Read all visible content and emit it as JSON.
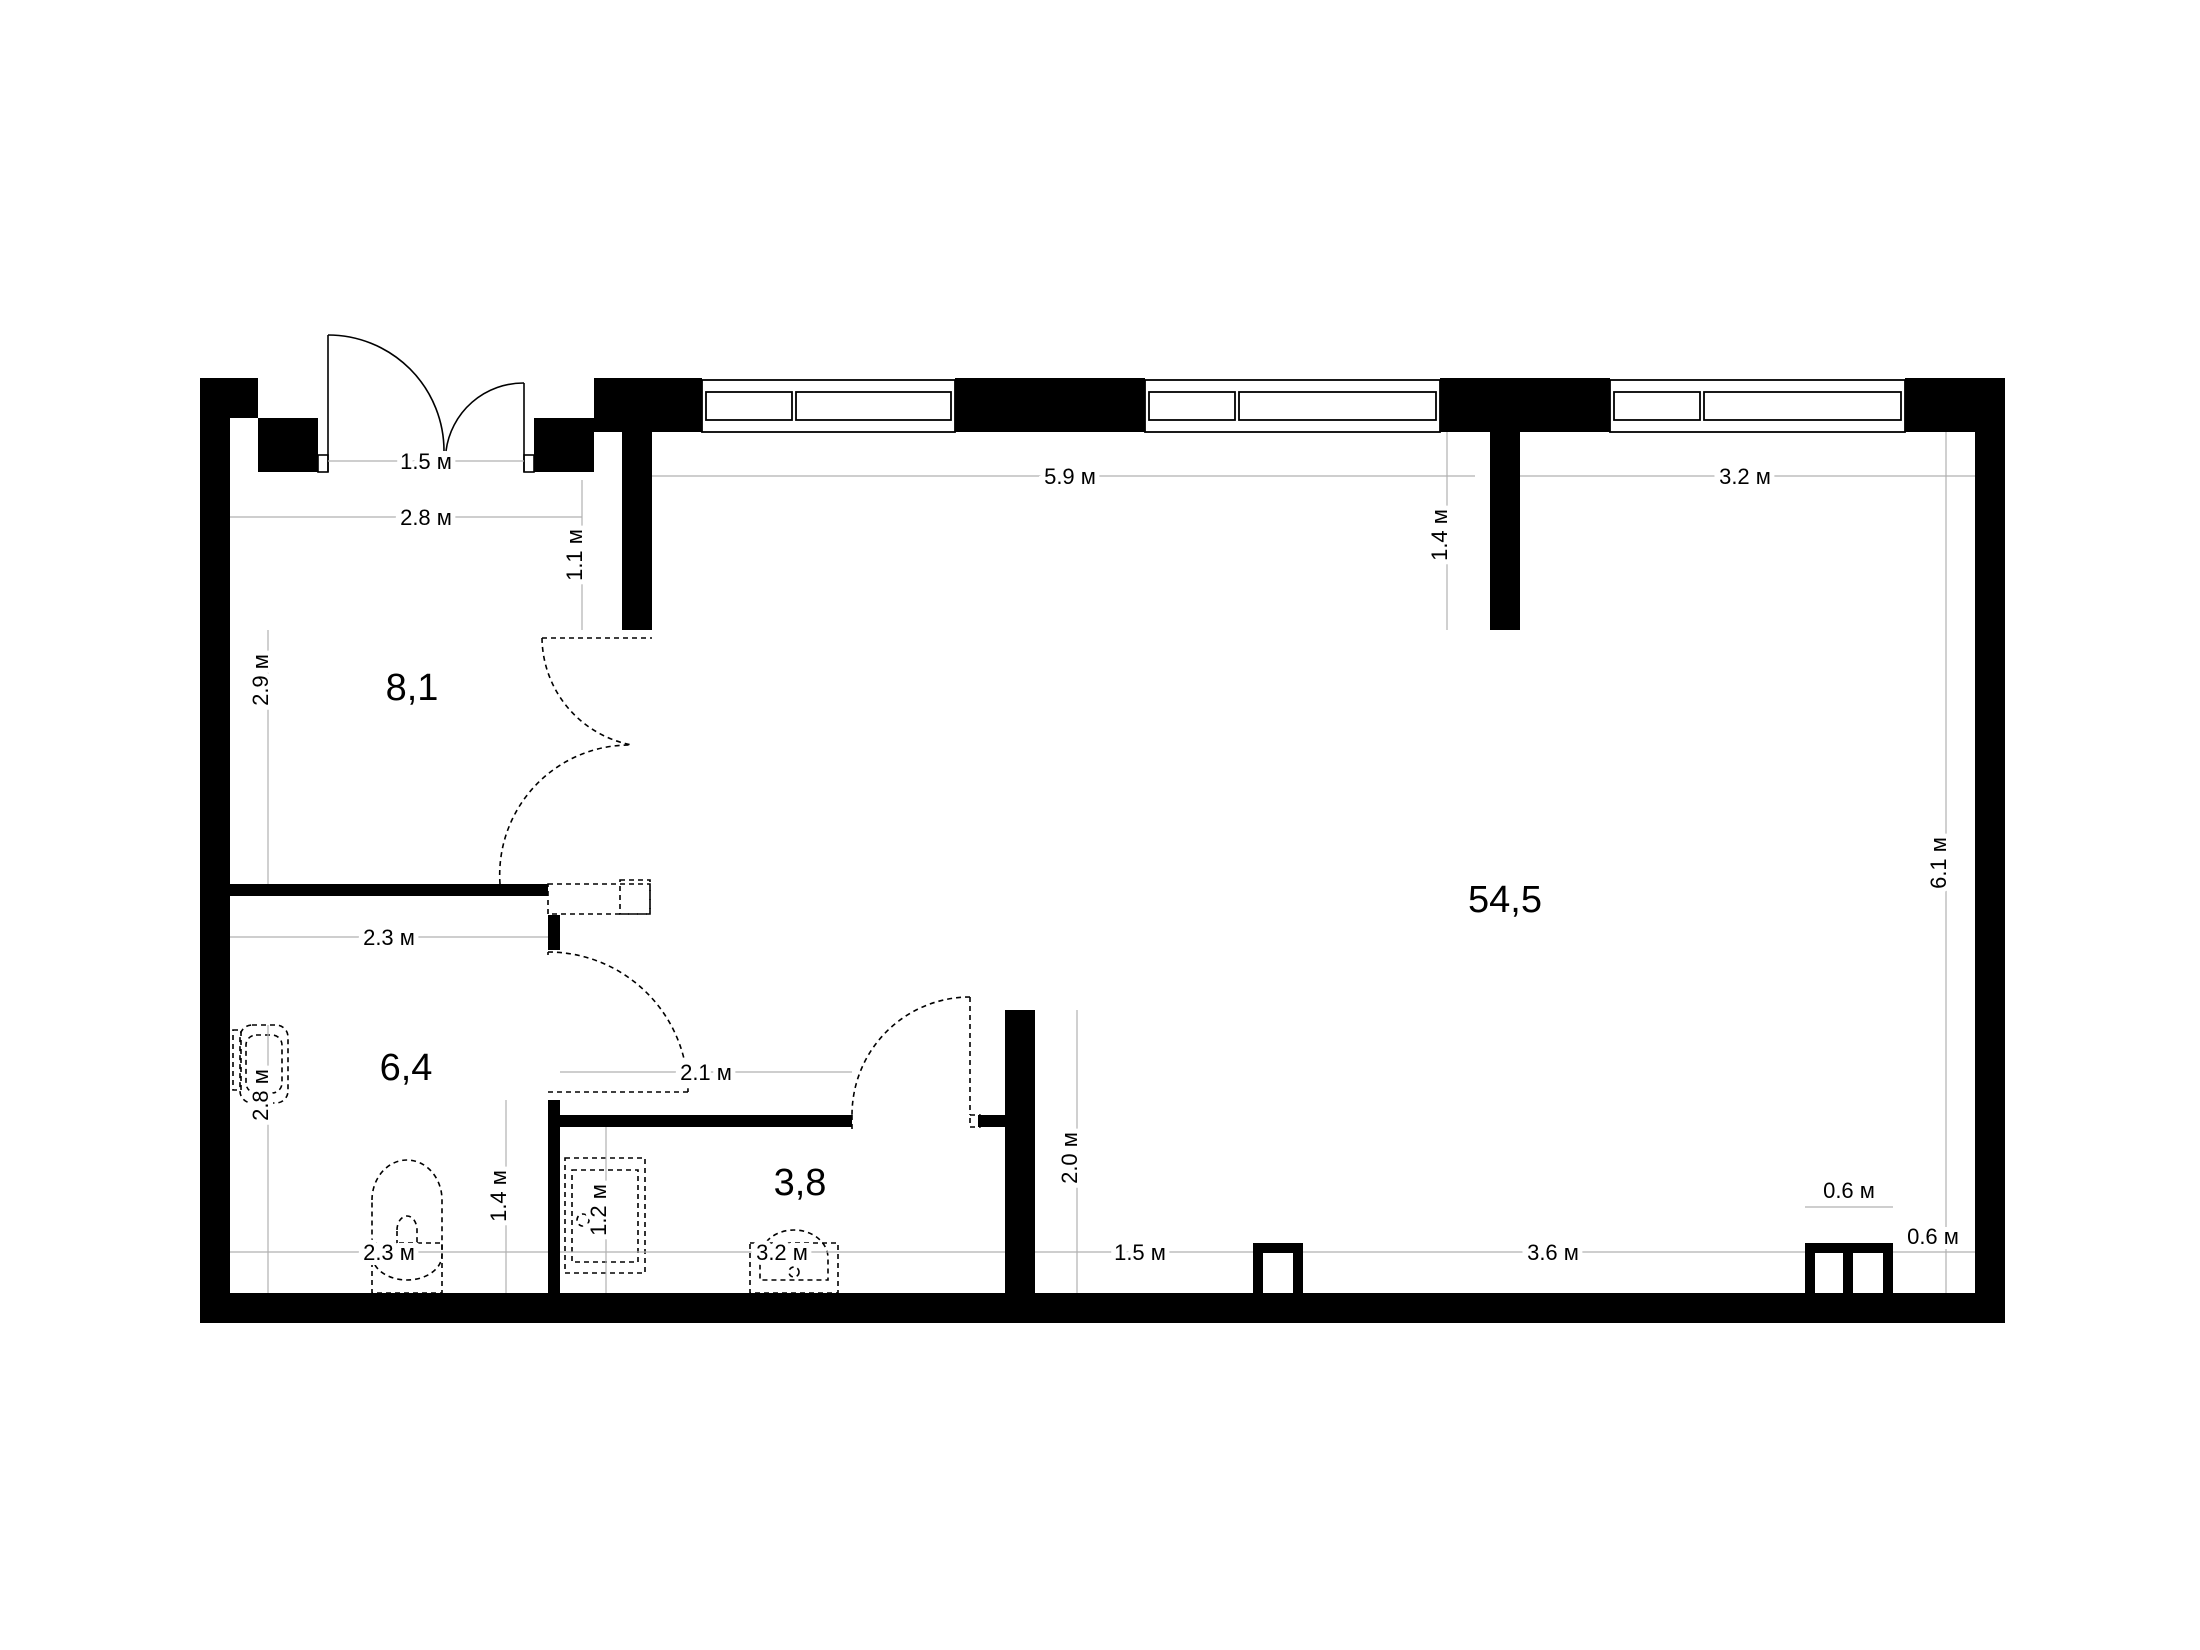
{
  "rooms": [
    {
      "id": "entry-hall",
      "area": "8,1"
    },
    {
      "id": "bathroom",
      "area": "6,4"
    },
    {
      "id": "washroom",
      "area": "3,8"
    },
    {
      "id": "main-hall",
      "area": "54,5"
    }
  ],
  "dimensions": {
    "entrance_door": "1.5 м",
    "entry_width": "2.8 м",
    "entry_wall_stub": "1.1 м",
    "entry_depth": "2.9 м",
    "main_top_left": "5.9 м",
    "main_top_right": "3.2 м",
    "main_column": "1.4 м",
    "main_depth": "6.1 м",
    "bath_width": "2.3 м",
    "bath_depth": "2.8 м",
    "bath_bottom": "2.3 м",
    "bath_partition": "1.4 м",
    "wash_width": "2.1 м",
    "wash_sink": "1.2 м",
    "wash_bottom": "3.2 м",
    "main_partition": "2.0 м",
    "main_bottom_left": "1.5 м",
    "main_bottom_mid": "3.6 м",
    "radiator_width": "0.6 м",
    "radiator_depth": "0.6 м"
  }
}
